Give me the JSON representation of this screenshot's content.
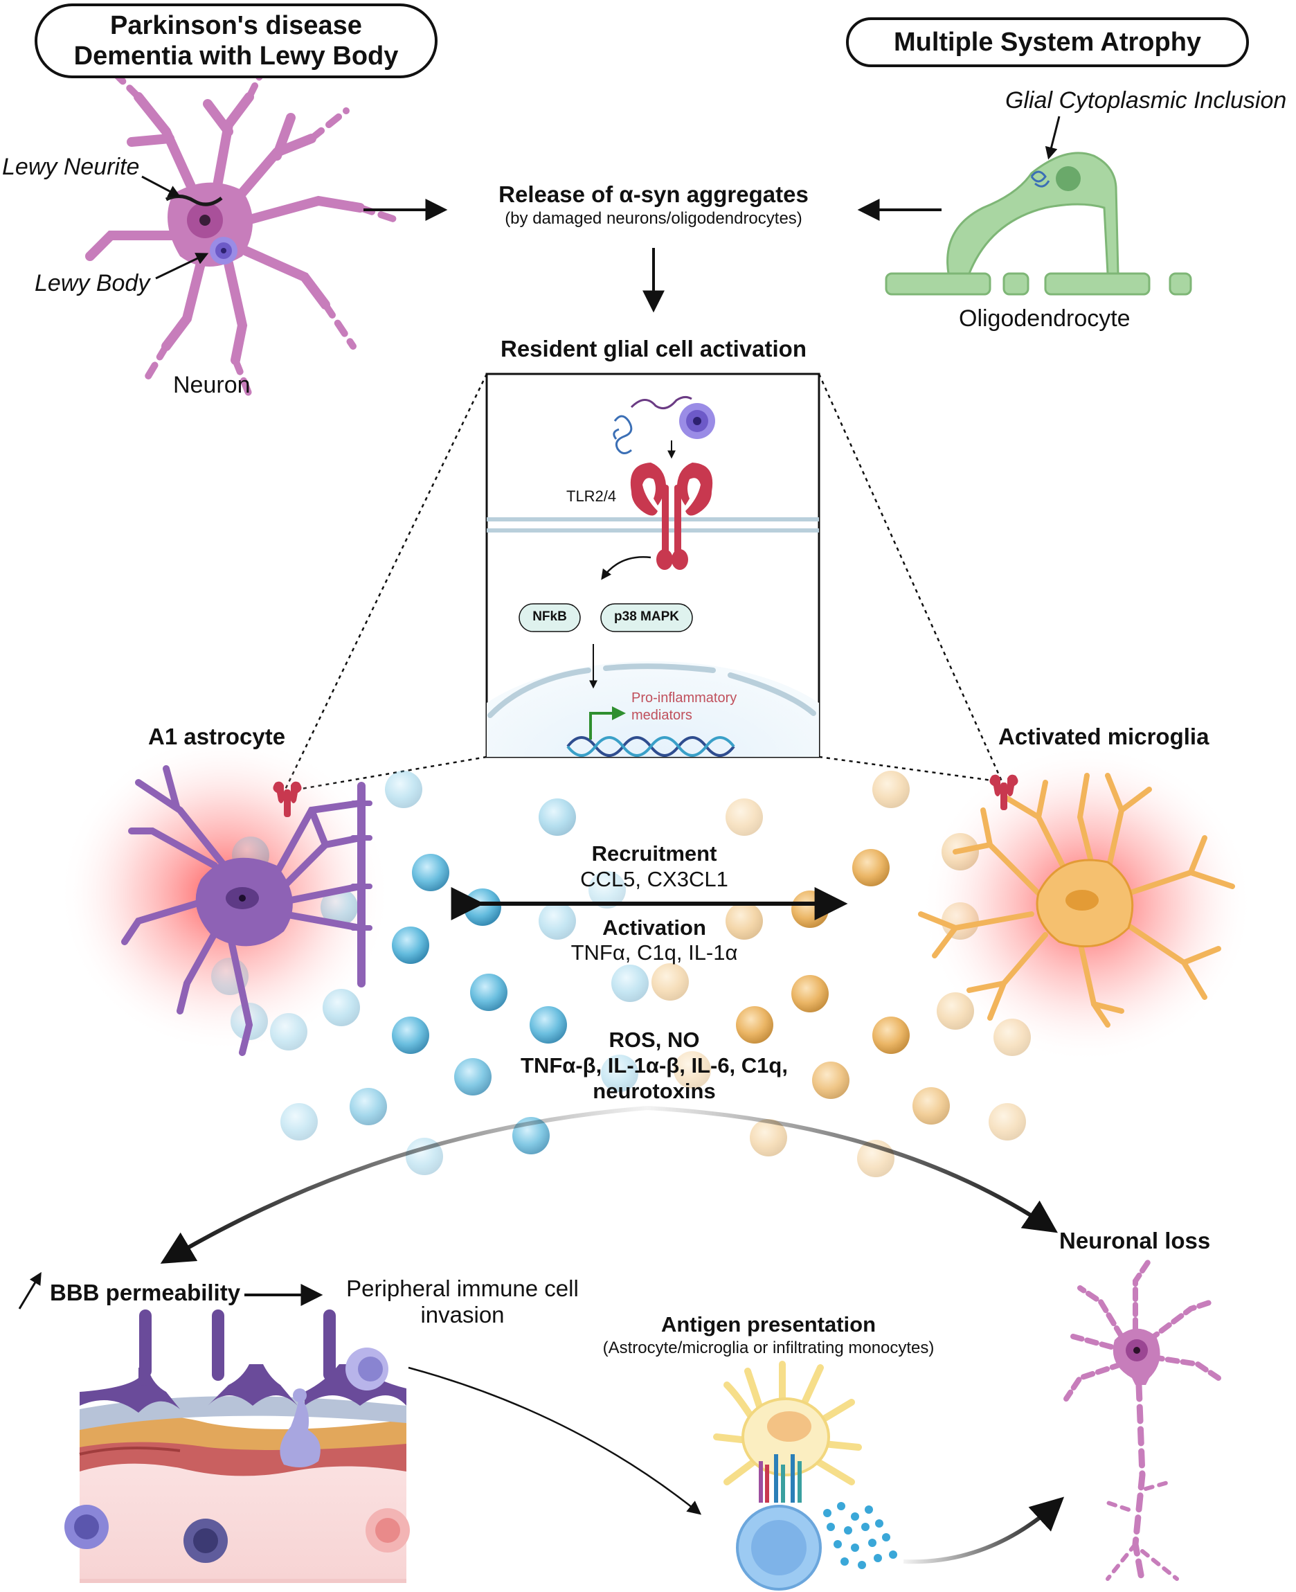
{
  "header": {
    "left_title_line1": "Parkinson's disease",
    "left_title_line2": "Dementia with Lewy Body",
    "right_title": "Multiple System Atrophy"
  },
  "top": {
    "lewy_neurite": "Lewy Neurite",
    "lewy_body": "Lewy Body",
    "neuron": "Neuron",
    "gci": "Glial Cytoplasmic Inclusion",
    "oligodendrocyte": "Oligodendrocyte",
    "release_title": "Release of α-syn aggregates",
    "release_sub": "(by damaged neurons/oligodendrocytes)",
    "glial_activation": "Resident glial cell activation"
  },
  "inset": {
    "receptor": "TLR2/4",
    "nfkb": "NFkB",
    "p38": "p38 MAPK",
    "mediators_line1": "Pro-inflammatory",
    "mediators_line2": "mediators"
  },
  "middle": {
    "astrocyte": "A1 astrocyte",
    "microglia": "Activated microglia",
    "recruitment": "Recruitment",
    "recruitment_sub": "CCL5, CX3CL1",
    "activation": "Activation",
    "activation_sub": "TNFα, C1q, IL-1α",
    "ros_line1": "ROS, NO",
    "ros_line2": "TNFα-β, IL-1α-β, IL-6, C1q,",
    "ros_line3": "neurotoxins"
  },
  "bottom": {
    "neuronal_loss": "Neuronal loss",
    "bbb": "BBB permeability",
    "invasion_line1": "Peripheral immune cell",
    "invasion_line2": "invasion",
    "antigen_title": "Antigen presentation",
    "antigen_sub": "(Astrocyte/microglia or infiltrating monocytes)"
  },
  "colors": {
    "neuron": "#c77dbb",
    "oligodendrocyte": "#a9d6a2",
    "astrocyte": "#8e62b5",
    "microglia": "#f2b45a",
    "blue_particle": "#5bb8dc",
    "orange_particle": "#e9ae55",
    "receptor": "#c8384f"
  }
}
